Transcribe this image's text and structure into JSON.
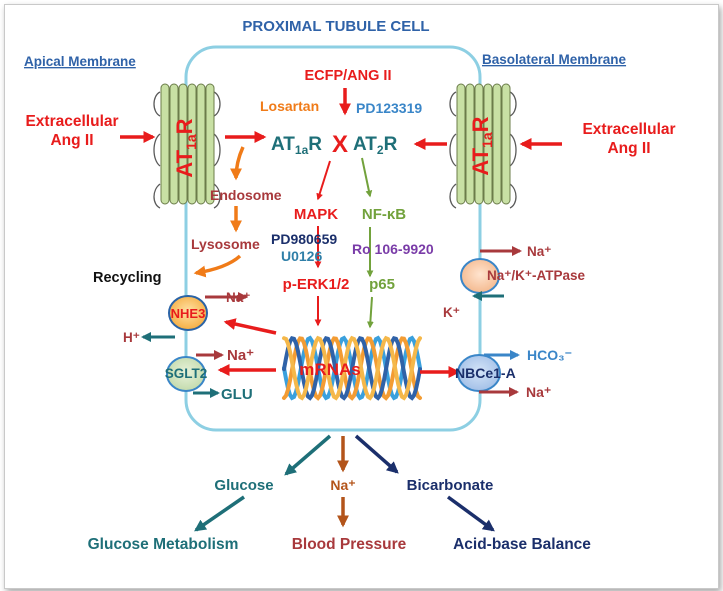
{
  "title": "PROXIMAL TUBULE CELL",
  "membranes": {
    "apical": "Apical Membrane",
    "basolateral": "Basolateral Membrane"
  },
  "extracellular": {
    "line1": "Extracellular",
    "line2": "Ang II"
  },
  "receptor": {
    "base": "AT",
    "sub": "1a",
    "tail": "R"
  },
  "intracellular": {
    "ecfp": "ECFP/ANG II",
    "losartan": "Losartan",
    "pd123319": "PD123319",
    "at1": {
      "base": "AT",
      "sub": "1a",
      "tail": "R"
    },
    "at2": {
      "base": "AT",
      "sub": "2",
      "tail": "R"
    },
    "block_mark": "X",
    "endosome": "Endosome",
    "lysosome": "Lysosome",
    "recycling": "Recycling",
    "mapk": "MAPK",
    "pd98059": "PD980659",
    "u0126": "U0126",
    "perk": "p-ERK1/2",
    "nfkb": "NF-κB",
    "ro": "Ro 106-9920",
    "p65": "p65",
    "mrnas": "mRNAs"
  },
  "transporters": {
    "nhe3": "NHE3",
    "sglt2": "SGLT2",
    "atpase": "Na⁺/K⁺-ATPase",
    "nbce1a": "NBCe1-A"
  },
  "ions": {
    "na": "Na⁺",
    "h": "H⁺",
    "k": "K⁺",
    "glu": "GLU",
    "hco3": "HCO₃⁻"
  },
  "outputs": {
    "glucose": "Glucose",
    "na": "Na⁺",
    "bicarbonate": "Bicarbonate",
    "glucose_metabolism": "Glucose Metabolism",
    "blood_pressure": "Blood Pressure",
    "acid_base": "Acid-base Balance"
  },
  "colors": {
    "title_blue": "#2f62a8",
    "red": "#e81c1c",
    "orange": "#f07b18",
    "teal": "#1e6f78",
    "navy": "#1b2f6b",
    "olive": "#72a23c",
    "purple": "#7a3ca8",
    "maroon": "#a8393c",
    "brown": "#b3541a",
    "cell_border": "#8dcfe3",
    "receptor_fill": "#c8e0a4"
  }
}
